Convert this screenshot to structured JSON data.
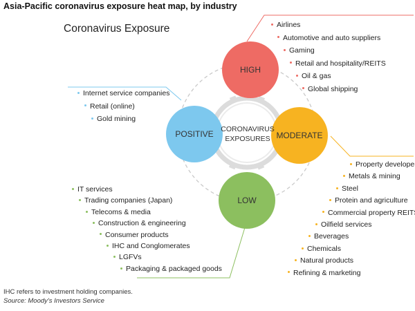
{
  "title": "Asia-Pacific coronavirus exposure heat map, by industry",
  "subtitle": "Coronavirus Exposure",
  "center": {
    "line1": "CORONAVIRUS",
    "line2": "EXPOSURES"
  },
  "categories": {
    "high": {
      "label": "HIGH",
      "color": "#ee6b64",
      "items": [
        "Airlines",
        "Automotive and auto suppliers",
        "Gaming",
        "Retail and hospitality/REITS",
        "Oil & gas",
        "Global shipping"
      ]
    },
    "moderate": {
      "label": "MODERATE",
      "color": "#f7b321",
      "items": [
        "Property developers",
        "Metals & mining",
        "Steel",
        "Protein and agriculture",
        "Commercial property REITS",
        "Oilfield services",
        "Beverages",
        "Chemicals",
        "Natural products",
        "Refining & marketing"
      ]
    },
    "positive": {
      "label": "POSITIVE",
      "color": "#7dc8ee",
      "items": [
        "Internet service companies",
        "Retail (online)",
        "Gold mining"
      ]
    },
    "low": {
      "label": "LOW",
      "color": "#8cbf5f",
      "items": [
        "IT services",
        "Trading companies (Japan)",
        "Telecoms & media",
        "Construction & engineering",
        "Consumer products",
        "IHC and Conglomerates",
        "LGFVs",
        "Packaging & packaged goods"
      ]
    }
  },
  "footnote": "IHC refers to investment holding companies.",
  "source": "Source: Moody's Investors Service"
}
